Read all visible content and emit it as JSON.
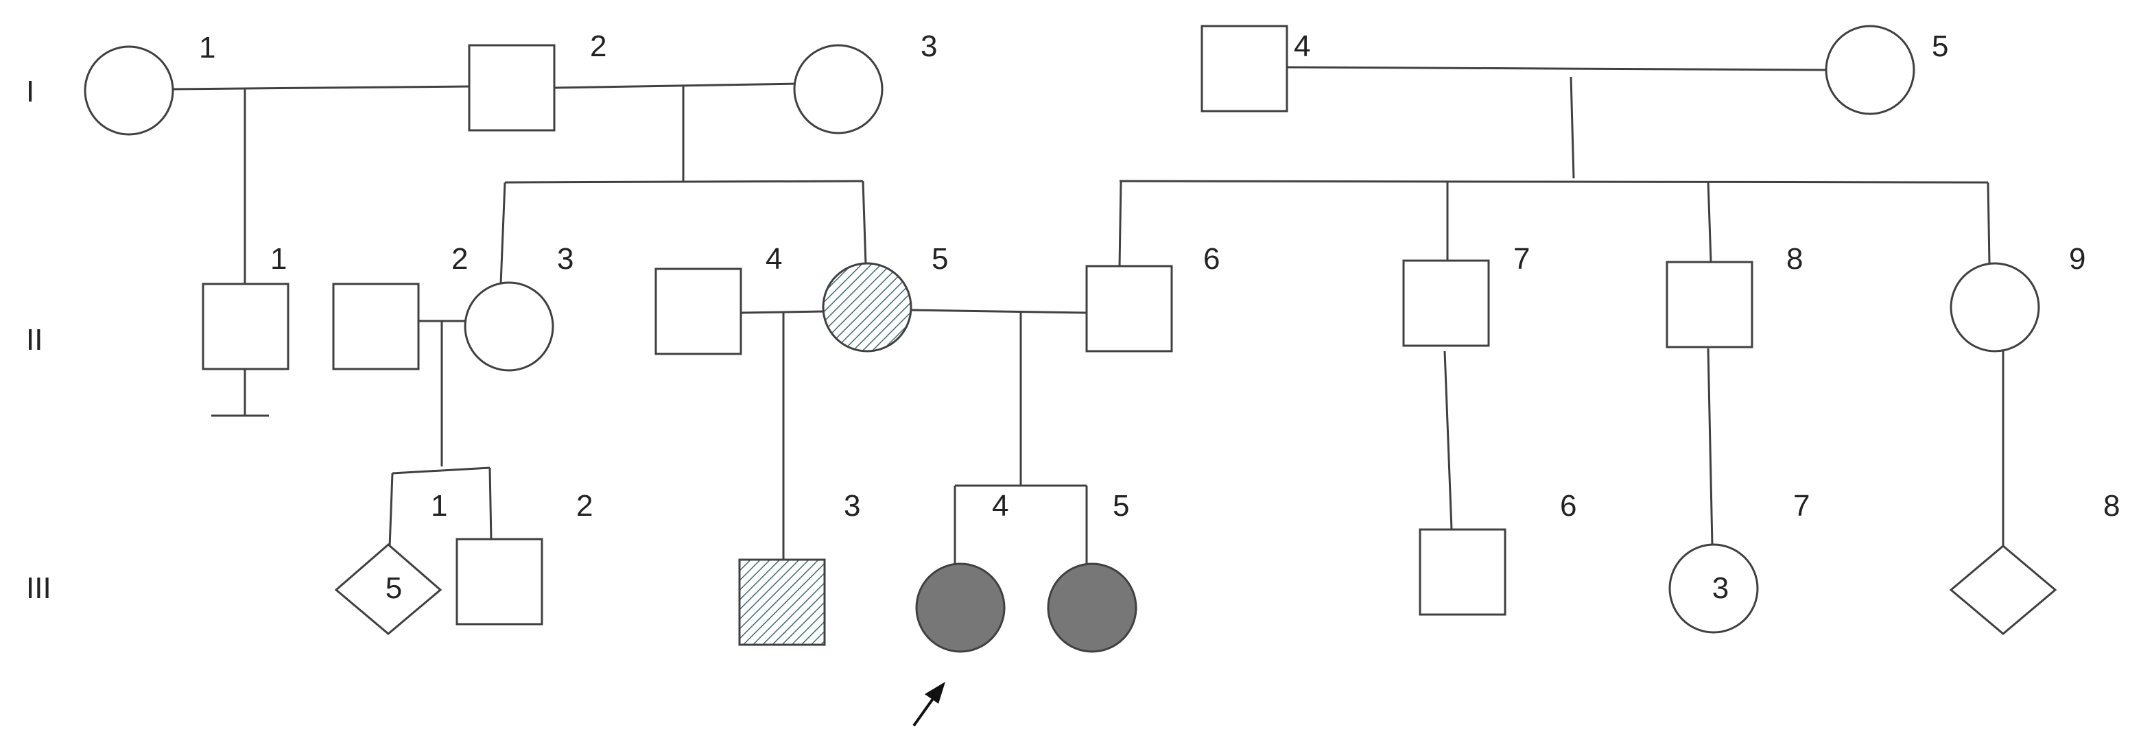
{
  "generations": [
    "I",
    "II",
    "III"
  ],
  "individuals": {
    "I": [
      {
        "id": "I-1",
        "label": "1",
        "sex": "female",
        "status": "unaffected"
      },
      {
        "id": "I-2",
        "label": "2",
        "sex": "male",
        "status": "unaffected"
      },
      {
        "id": "I-3",
        "label": "3",
        "sex": "female",
        "status": "unaffected"
      },
      {
        "id": "I-4",
        "label": "4",
        "sex": "male",
        "status": "unaffected"
      },
      {
        "id": "I-5",
        "label": "5",
        "sex": "female",
        "status": "unaffected"
      }
    ],
    "II": [
      {
        "id": "II-1",
        "label": "1",
        "sex": "male",
        "status": "unaffected",
        "no_offspring": true
      },
      {
        "id": "II-2",
        "label": "2",
        "sex": "male",
        "status": "unaffected"
      },
      {
        "id": "II-3",
        "label": "3",
        "sex": "female",
        "status": "unaffected"
      },
      {
        "id": "II-4",
        "label": "4",
        "sex": "male",
        "status": "unaffected"
      },
      {
        "id": "II-5",
        "label": "5",
        "sex": "female",
        "status": "carrier-hatched"
      },
      {
        "id": "II-6",
        "label": "6",
        "sex": "male",
        "status": "unaffected"
      },
      {
        "id": "II-7",
        "label": "7",
        "sex": "male",
        "status": "unaffected"
      },
      {
        "id": "II-8",
        "label": "8",
        "sex": "male",
        "status": "unaffected"
      },
      {
        "id": "II-9",
        "label": "9",
        "sex": "female",
        "status": "unaffected"
      }
    ],
    "III": [
      {
        "id": "III-1",
        "label": "1",
        "sex": "unknown",
        "status": "unaffected",
        "count": "5"
      },
      {
        "id": "III-2",
        "label": "2",
        "sex": "male",
        "status": "unaffected"
      },
      {
        "id": "III-3",
        "label": "3",
        "sex": "male",
        "status": "carrier-hatched"
      },
      {
        "id": "III-4",
        "label": "4",
        "sex": "female",
        "status": "affected",
        "proband": true
      },
      {
        "id": "III-5",
        "label": "5",
        "sex": "female",
        "status": "affected"
      },
      {
        "id": "III-6",
        "label": "6",
        "sex": "male",
        "status": "unaffected"
      },
      {
        "id": "III-7",
        "label": "7",
        "sex": "female",
        "status": "unaffected",
        "count": "3"
      },
      {
        "id": "III-8",
        "label": "8",
        "sex": "unknown",
        "status": "unaffected"
      }
    ]
  },
  "colors": {
    "line": "#404040",
    "affected": "#777777",
    "hatch": "#3f6b72"
  }
}
